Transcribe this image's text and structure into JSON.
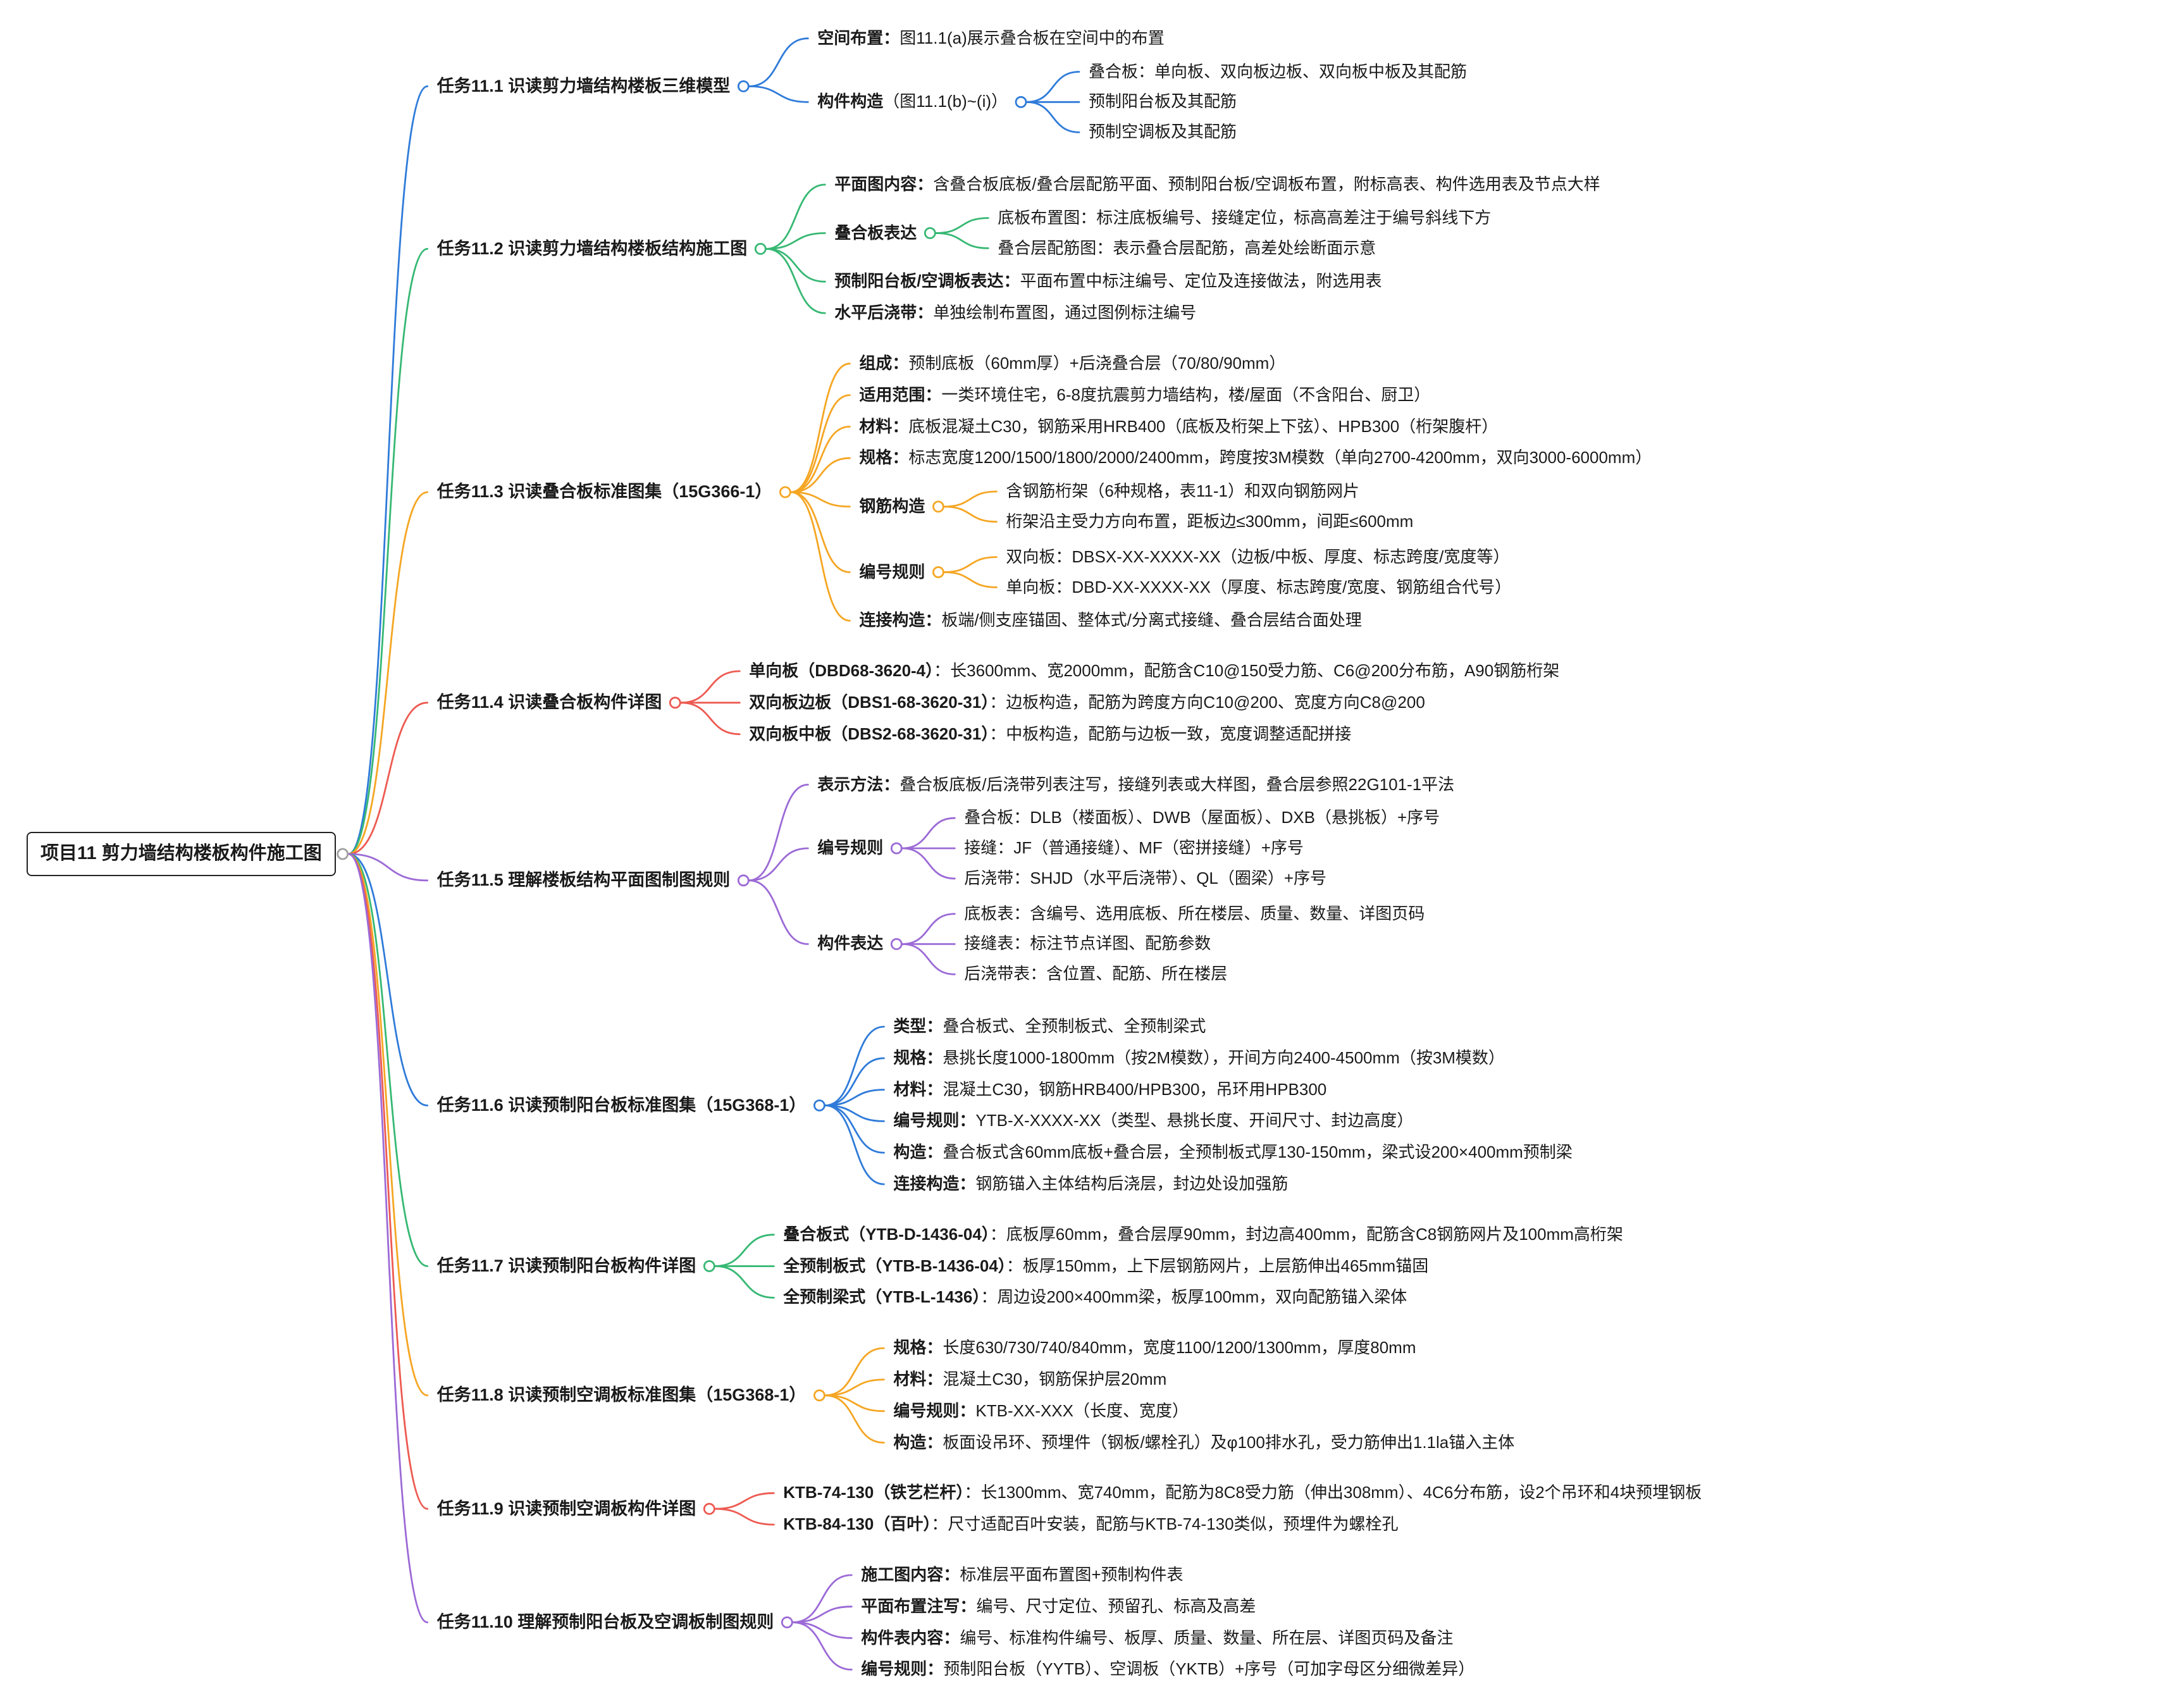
{
  "title": "项目11 剪力墙结构楼板构件施工图 思维导图",
  "colors": {
    "blue": "#2f7bd9",
    "green": "#36b873",
    "orange": "#f5a623",
    "red": "#ed5a51",
    "purple": "#9c6ad6",
    "root_link": "#8a8a8a",
    "root_handle": "#a0a0a0"
  },
  "root": {
    "label": "项目11 剪力墙结构楼板构件施工图",
    "children": [
      {
        "color": "#2f7bd9",
        "label": "任务11.1 识读剪力墙结构楼板三维模型",
        "children": [
          {
            "bold": "空间布置：",
            "text": "图11.1(a)展示叠合板在空间中的布置"
          },
          {
            "bold": "构件构造",
            "text": "（图11.1(b)~(i)）",
            "children": [
              {
                "text": "叠合板：单向板、双向板边板、双向板中板及其配筋"
              },
              {
                "text": "预制阳台板及其配筋"
              },
              {
                "text": "预制空调板及其配筋"
              }
            ]
          }
        ]
      },
      {
        "color": "#36b873",
        "label": "任务11.2 识读剪力墙结构楼板结构施工图",
        "children": [
          {
            "bold": "平面图内容：",
            "text": "含叠合板底板/叠合层配筋平面、预制阳台板/空调板布置，附标高表、构件选用表及节点大样"
          },
          {
            "bold": "叠合板表达",
            "children": [
              {
                "text": "底板布置图：标注底板编号、接缝定位，标高高差注于编号斜线下方"
              },
              {
                "text": "叠合层配筋图：表示叠合层配筋，高差处绘断面示意"
              }
            ]
          },
          {
            "bold": "预制阳台板/空调板表达：",
            "text": "平面布置中标注编号、定位及连接做法，附选用表"
          },
          {
            "bold": "水平后浇带：",
            "text": "单独绘制布置图，通过图例标注编号"
          }
        ]
      },
      {
        "color": "#f5a623",
        "label": "任务11.3 识读叠合板标准图集（15G366-1）",
        "children": [
          {
            "bold": "组成：",
            "text": "预制底板（60mm厚）+后浇叠合层（70/80/90mm）"
          },
          {
            "bold": "适用范围：",
            "text": "一类环境住宅，6-8度抗震剪力墙结构，楼/屋面（不含阳台、厨卫）"
          },
          {
            "bold": "材料：",
            "text": "底板混凝土C30，钢筋采用HRB400（底板及桁架上下弦）、HPB300（桁架腹杆）"
          },
          {
            "bold": "规格：",
            "text": "标志宽度1200/1500/1800/2000/2400mm，跨度按3M模数（单向2700-4200mm，双向3000-6000mm）"
          },
          {
            "bold": "钢筋构造",
            "children": [
              {
                "text": "含钢筋桁架（6种规格，表11-1）和双向钢筋网片"
              },
              {
                "text": "桁架沿主受力方向布置，距板边≤300mm，间距≤600mm"
              }
            ]
          },
          {
            "bold": "编号规则",
            "children": [
              {
                "text": "双向板：DBSX-XX-XXXX-XX（边板/中板、厚度、标志跨度/宽度等）"
              },
              {
                "text": "单向板：DBD-XX-XXXX-XX（厚度、标志跨度/宽度、钢筋组合代号）"
              }
            ]
          },
          {
            "bold": "连接构造：",
            "text": "板端/侧支座锚固、整体式/分离式接缝、叠合层结合面处理"
          }
        ]
      },
      {
        "color": "#ed5a51",
        "label": "任务11.4 识读叠合板构件详图",
        "children": [
          {
            "bold": "单向板（DBD68-3620-4）",
            "text": "：长3600mm、宽2000mm，配筋含C10@150受力筋、C6@200分布筋，A90钢筋桁架"
          },
          {
            "bold": "双向板边板（DBS1-68-3620-31）",
            "text": "：边板构造，配筋为跨度方向C10@200、宽度方向C8@200"
          },
          {
            "bold": "双向板中板（DBS2-68-3620-31）",
            "text": "：中板构造，配筋与边板一致，宽度调整适配拼接"
          }
        ]
      },
      {
        "color": "#9c6ad6",
        "label": "任务11.5 理解楼板结构平面图制图规则",
        "children": [
          {
            "bold": "表示方法：",
            "text": "叠合板底板/后浇带列表注写，接缝列表或大样图，叠合层参照22G101-1平法"
          },
          {
            "bold": "编号规则",
            "children": [
              {
                "text": "叠合板：DLB（楼面板）、DWB（屋面板）、DXB（悬挑板）+序号"
              },
              {
                "text": "接缝：JF（普通接缝）、MF（密拼接缝）+序号"
              },
              {
                "text": "后浇带：SHJD（水平后浇带）、QL（圈梁）+序号"
              }
            ]
          },
          {
            "bold": "构件表达",
            "children": [
              {
                "text": "底板表：含编号、选用底板、所在楼层、质量、数量、详图页码"
              },
              {
                "text": "接缝表：标注节点详图、配筋参数"
              },
              {
                "text": "后浇带表：含位置、配筋、所在楼层"
              }
            ]
          }
        ]
      },
      {
        "color": "#2f7bd9",
        "label": "任务11.6 识读预制阳台板标准图集（15G368-1）",
        "children": [
          {
            "bold": "类型：",
            "text": "叠合板式、全预制板式、全预制梁式"
          },
          {
            "bold": "规格：",
            "text": "悬挑长度1000-1800mm（按2M模数），开间方向2400-4500mm（按3M模数）"
          },
          {
            "bold": "材料：",
            "text": "混凝土C30，钢筋HRB400/HPB300，吊环用HPB300"
          },
          {
            "bold": "编号规则：",
            "text": "YTB-X-XXXX-XX（类型、悬挑长度、开间尺寸、封边高度）"
          },
          {
            "bold": "构造：",
            "text": "叠合板式含60mm底板+叠合层，全预制板式厚130-150mm，梁式设200×400mm预制梁"
          },
          {
            "bold": "连接构造：",
            "text": "钢筋锚入主体结构后浇层，封边处设加强筋"
          }
        ]
      },
      {
        "color": "#36b873",
        "label": "任务11.7 识读预制阳台板构件详图",
        "children": [
          {
            "bold": "叠合板式（YTB-D-1436-04）",
            "text": "：底板厚60mm，叠合层厚90mm，封边高400mm，配筋含C8钢筋网片及100mm高桁架"
          },
          {
            "bold": "全预制板式（YTB-B-1436-04）",
            "text": "：板厚150mm，上下层钢筋网片，上层筋伸出465mm锚固"
          },
          {
            "bold": "全预制梁式（YTB-L-1436）",
            "text": "：周边设200×400mm梁，板厚100mm，双向配筋锚入梁体"
          }
        ]
      },
      {
        "color": "#f5a623",
        "label": "任务11.8 识读预制空调板标准图集（15G368-1）",
        "children": [
          {
            "bold": "规格：",
            "text": "长度630/730/740/840mm，宽度1100/1200/1300mm，厚度80mm"
          },
          {
            "bold": "材料：",
            "text": "混凝土C30，钢筋保护层20mm"
          },
          {
            "bold": "编号规则：",
            "text": "KTB-XX-XXX（长度、宽度）"
          },
          {
            "bold": "构造：",
            "text": "板面设吊环、预埋件（钢板/螺栓孔）及φ100排水孔，受力筋伸出1.1la锚入主体"
          }
        ]
      },
      {
        "color": "#ed5a51",
        "label": "任务11.9 识读预制空调板构件详图",
        "children": [
          {
            "bold": "KTB-74-130（铁艺栏杆）",
            "text": "：长1300mm、宽740mm，配筋为8C8受力筋（伸出308mm）、4C6分布筋，设2个吊环和4块预埋钢板"
          },
          {
            "bold": "KTB-84-130（百叶）",
            "text": "：尺寸适配百叶安装，配筋与KTB-74-130类似，预埋件为螺栓孔"
          }
        ]
      },
      {
        "color": "#9c6ad6",
        "label": "任务11.10 理解预制阳台板及空调板制图规则",
        "children": [
          {
            "bold": "施工图内容：",
            "text": "标准层平面布置图+预制构件表"
          },
          {
            "bold": "平面布置注写：",
            "text": "编号、尺寸定位、预留孔、标高及高差"
          },
          {
            "bold": "构件表内容：",
            "text": "编号、标准构件编号、板厚、质量、数量、所在层、详图页码及备注"
          },
          {
            "bold": "编号规则：",
            "text": "预制阳台板（YYTB）、空调板（YKTB）+序号（可加字母区分细微差异）"
          }
        ]
      }
    ]
  }
}
